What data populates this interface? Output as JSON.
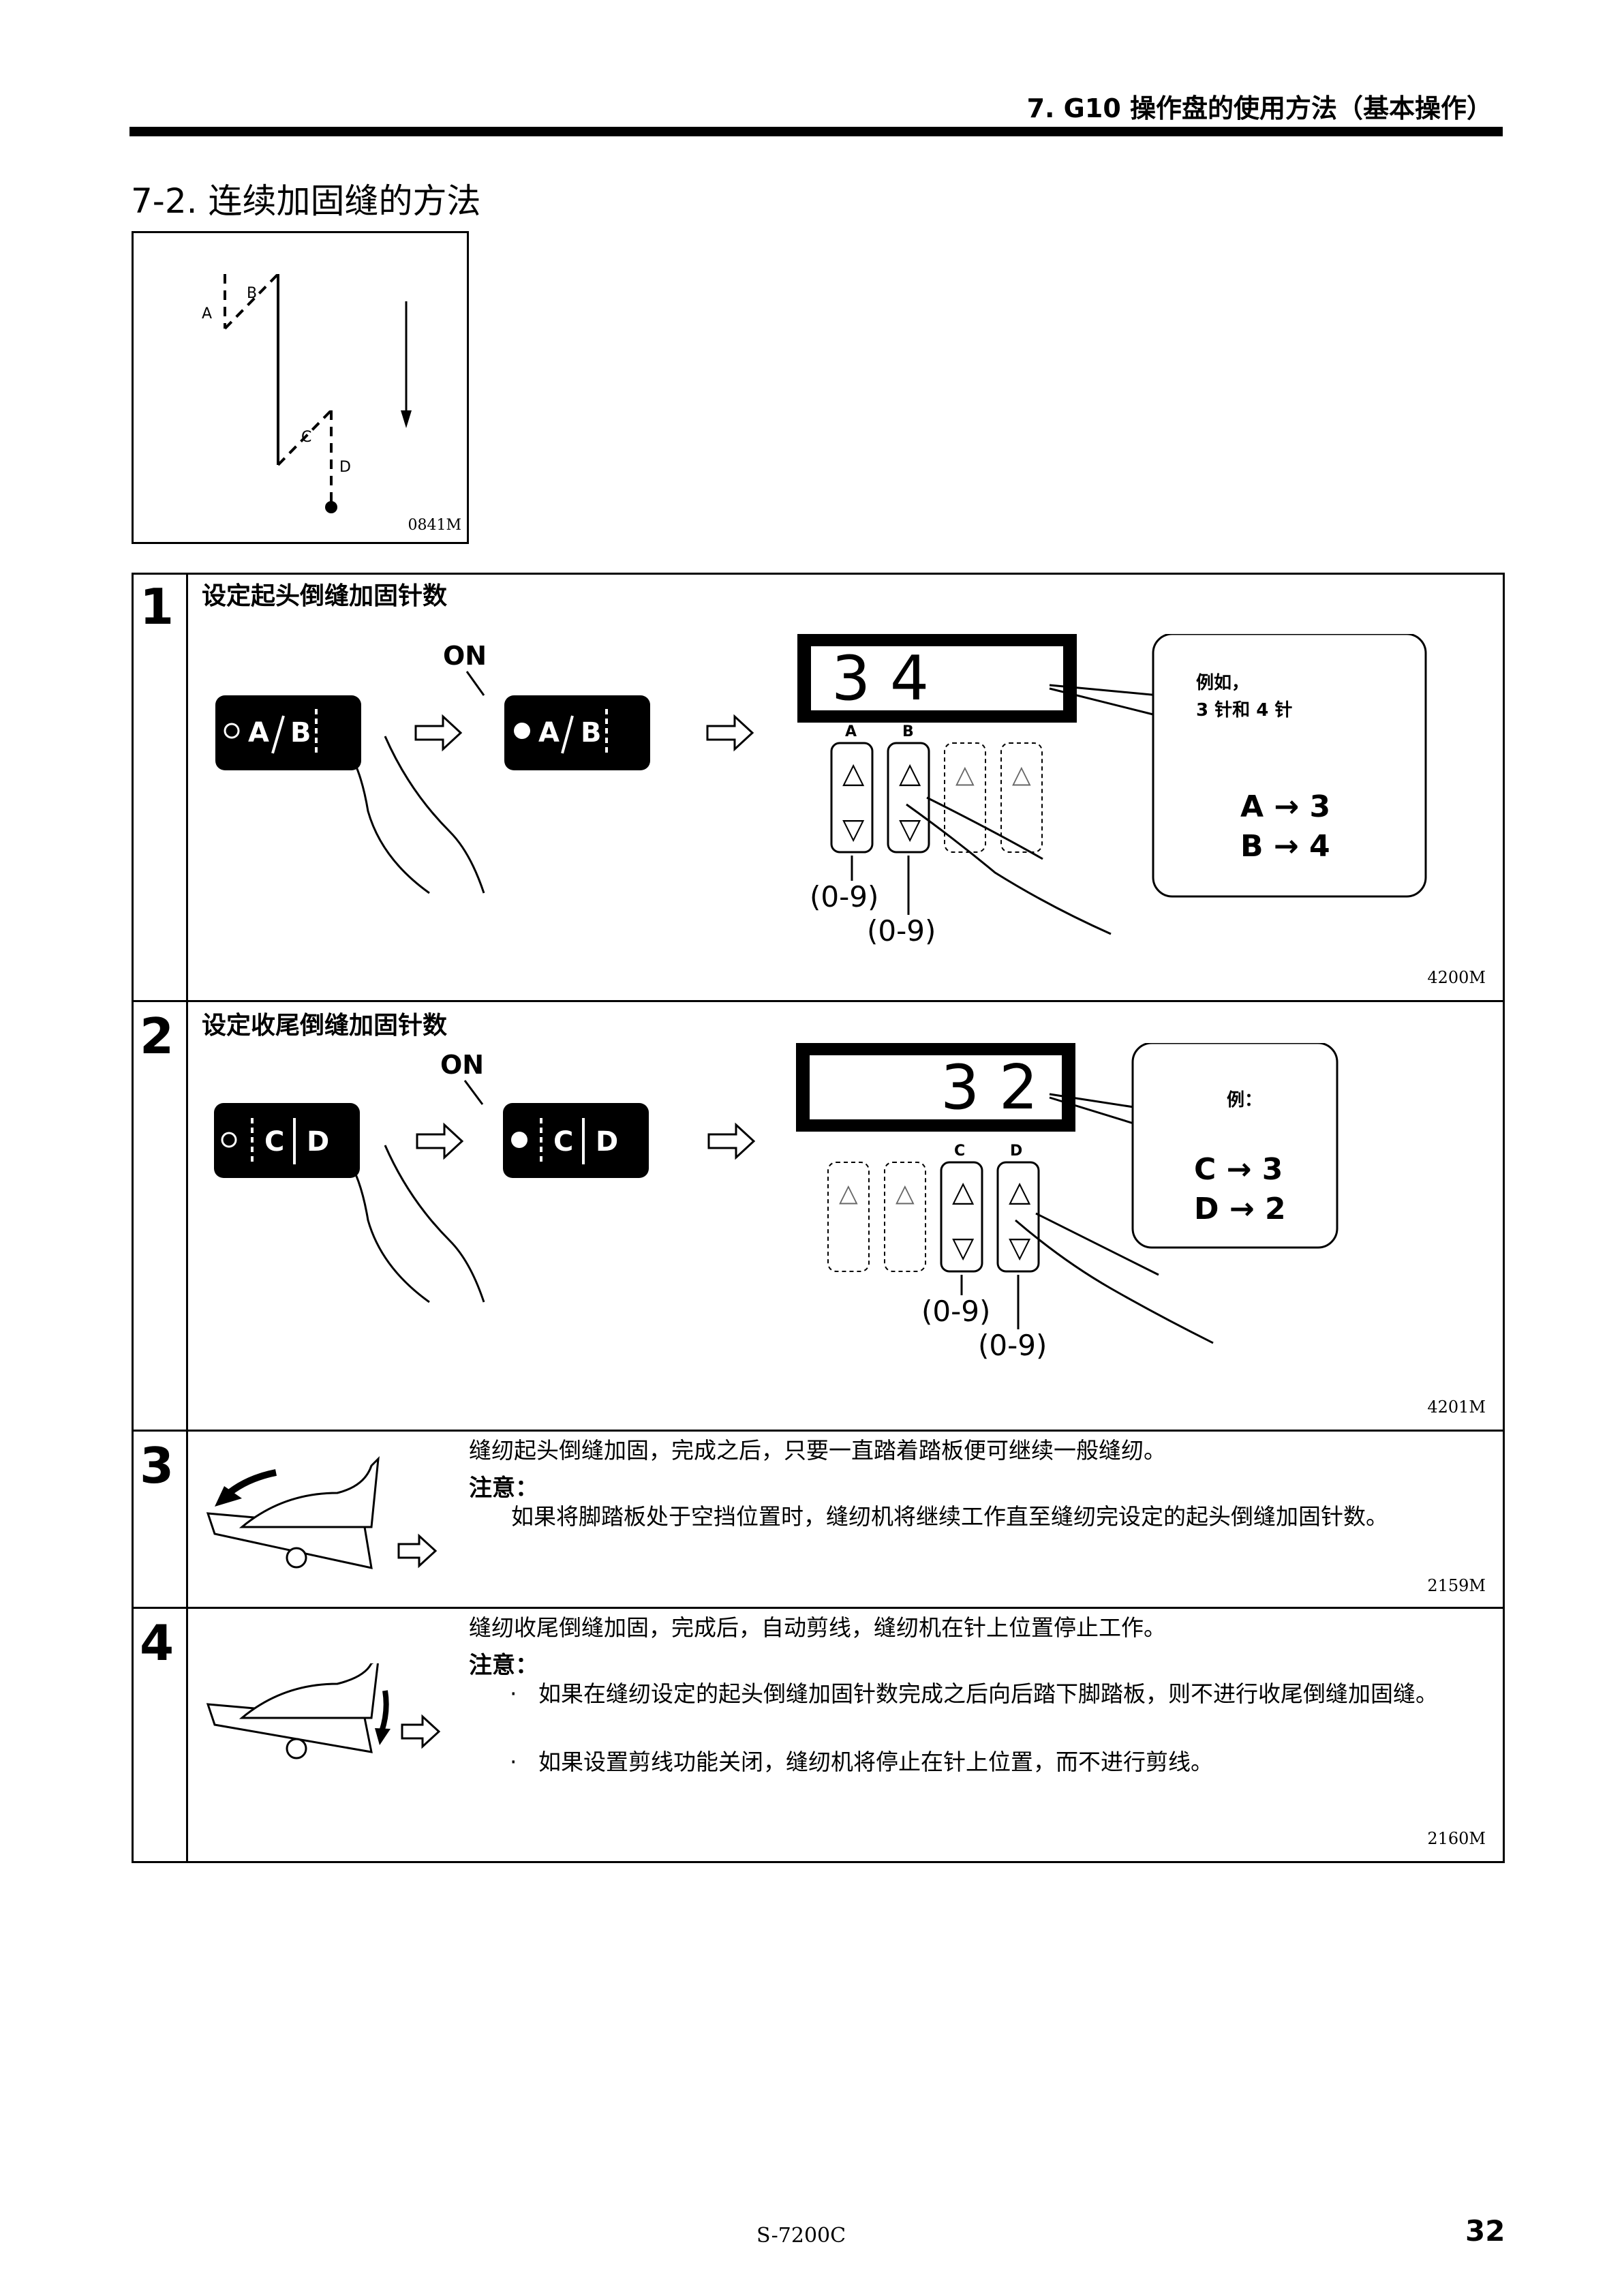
{
  "header": {
    "title": "7. G10 操作盘的使用方法（基本操作）"
  },
  "section": {
    "title": "7-2. 连续加固缝的方法"
  },
  "overview": {
    "labels": [
      "A",
      "B",
      "C",
      "D"
    ],
    "code": "0841M"
  },
  "steps": [
    {
      "num": "1",
      "title": "设定起头倒缝加固针数",
      "on_label": "ON",
      "display_value": "3 4",
      "key_labels": [
        "A",
        "B"
      ],
      "range_labels": [
        "(0-9)",
        "(0-9)"
      ],
      "callout_lines": [
        "例如，",
        "3 针和 4 针"
      ],
      "callout_values": [
        "A → 3",
        "B → 4"
      ],
      "code": "4200M"
    },
    {
      "num": "2",
      "title": "设定收尾倒缝加固针数",
      "on_label": "ON",
      "display_value": "3 2",
      "key_labels": [
        "C",
        "D"
      ],
      "range_labels": [
        "(0-9)",
        "(0-9)"
      ],
      "callout_lines": [
        "例："
      ],
      "callout_values": [
        "C → 3",
        "D → 2"
      ],
      "code": "4201M"
    },
    {
      "num": "3",
      "text": "缝纫起头倒缝加固，完成之后，只要一直踏着踏板便可继续一般缝纫。",
      "note_label": "注意：",
      "notes": [
        "如果将脚踏板处于空挡位置时，缝纫机将继续工作直至缝纫完设定的起头倒缝加固针数。"
      ],
      "code": "2159M"
    },
    {
      "num": "4",
      "text": "缝纫收尾倒缝加固，完成后，自动剪线，缝纫机在针上位置停止工作。",
      "note_label": "注意：",
      "notes": [
        "如果在缝纫设定的起头倒缝加固针数完成之后向后踏下脚踏板，则不进行收尾倒缝加固缝。",
        "如果设置剪线功能关闭，缝纫机将停止在针上位置，而不进行剪线。"
      ],
      "code": "2160M"
    }
  ],
  "footer": {
    "model": "S-7200C",
    "page": "32"
  }
}
